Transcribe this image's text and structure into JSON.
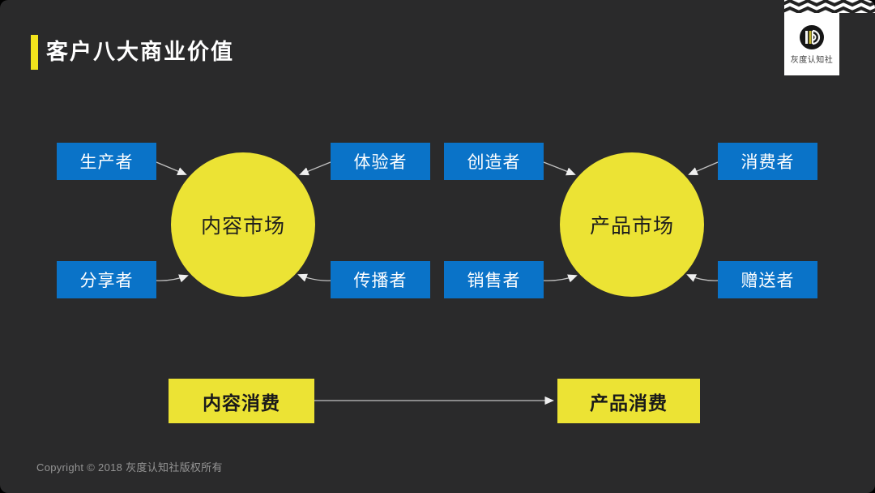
{
  "title": "客户八大商业价值",
  "logo": {
    "brand": "灰度认知社"
  },
  "clusters": [
    {
      "circle": "内容市场",
      "nodes": [
        {
          "label": "生产者"
        },
        {
          "label": "体验者"
        },
        {
          "label": "分享者"
        },
        {
          "label": "传播者"
        }
      ]
    },
    {
      "circle": "产品市场",
      "nodes": [
        {
          "label": "创造者"
        },
        {
          "label": "消费者"
        },
        {
          "label": "销售者"
        },
        {
          "label": "赠送者"
        }
      ]
    }
  ],
  "flow": {
    "from": "内容消费",
    "to": "产品消费"
  },
  "footer": {
    "copyright": "Copyright © 2018 灰度认知社版权所有"
  },
  "colors": {
    "background": "#2a2a2b",
    "node_blue": "#0a73c8",
    "shape_yellow": "#ece334",
    "accent_yellow": "#f2e41c",
    "arrow_gray": "#c9c9c9",
    "title_white": "#ffffff"
  }
}
